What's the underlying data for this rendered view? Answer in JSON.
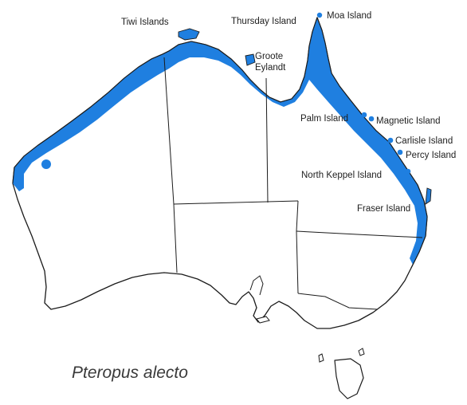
{
  "colors": {
    "range": "#1f7fe0",
    "outline": "#1b1b1b",
    "land": "#ffffff",
    "text": "#1e1e1e"
  },
  "species_name": "Pteropus alecto",
  "labels": {
    "tiwi": "Tiwi Islands",
    "thursday": "Thursday Island",
    "moa": "Moa Island",
    "groote_1": "Groote",
    "groote_2": "Eylandt",
    "palm": "Palm Island",
    "magnetic": "Magnetic Island",
    "carlisle": "Carlisle Island",
    "percy": "Percy Island",
    "north_keppel": "North Keppel Island",
    "fraser": "Fraser Island"
  }
}
